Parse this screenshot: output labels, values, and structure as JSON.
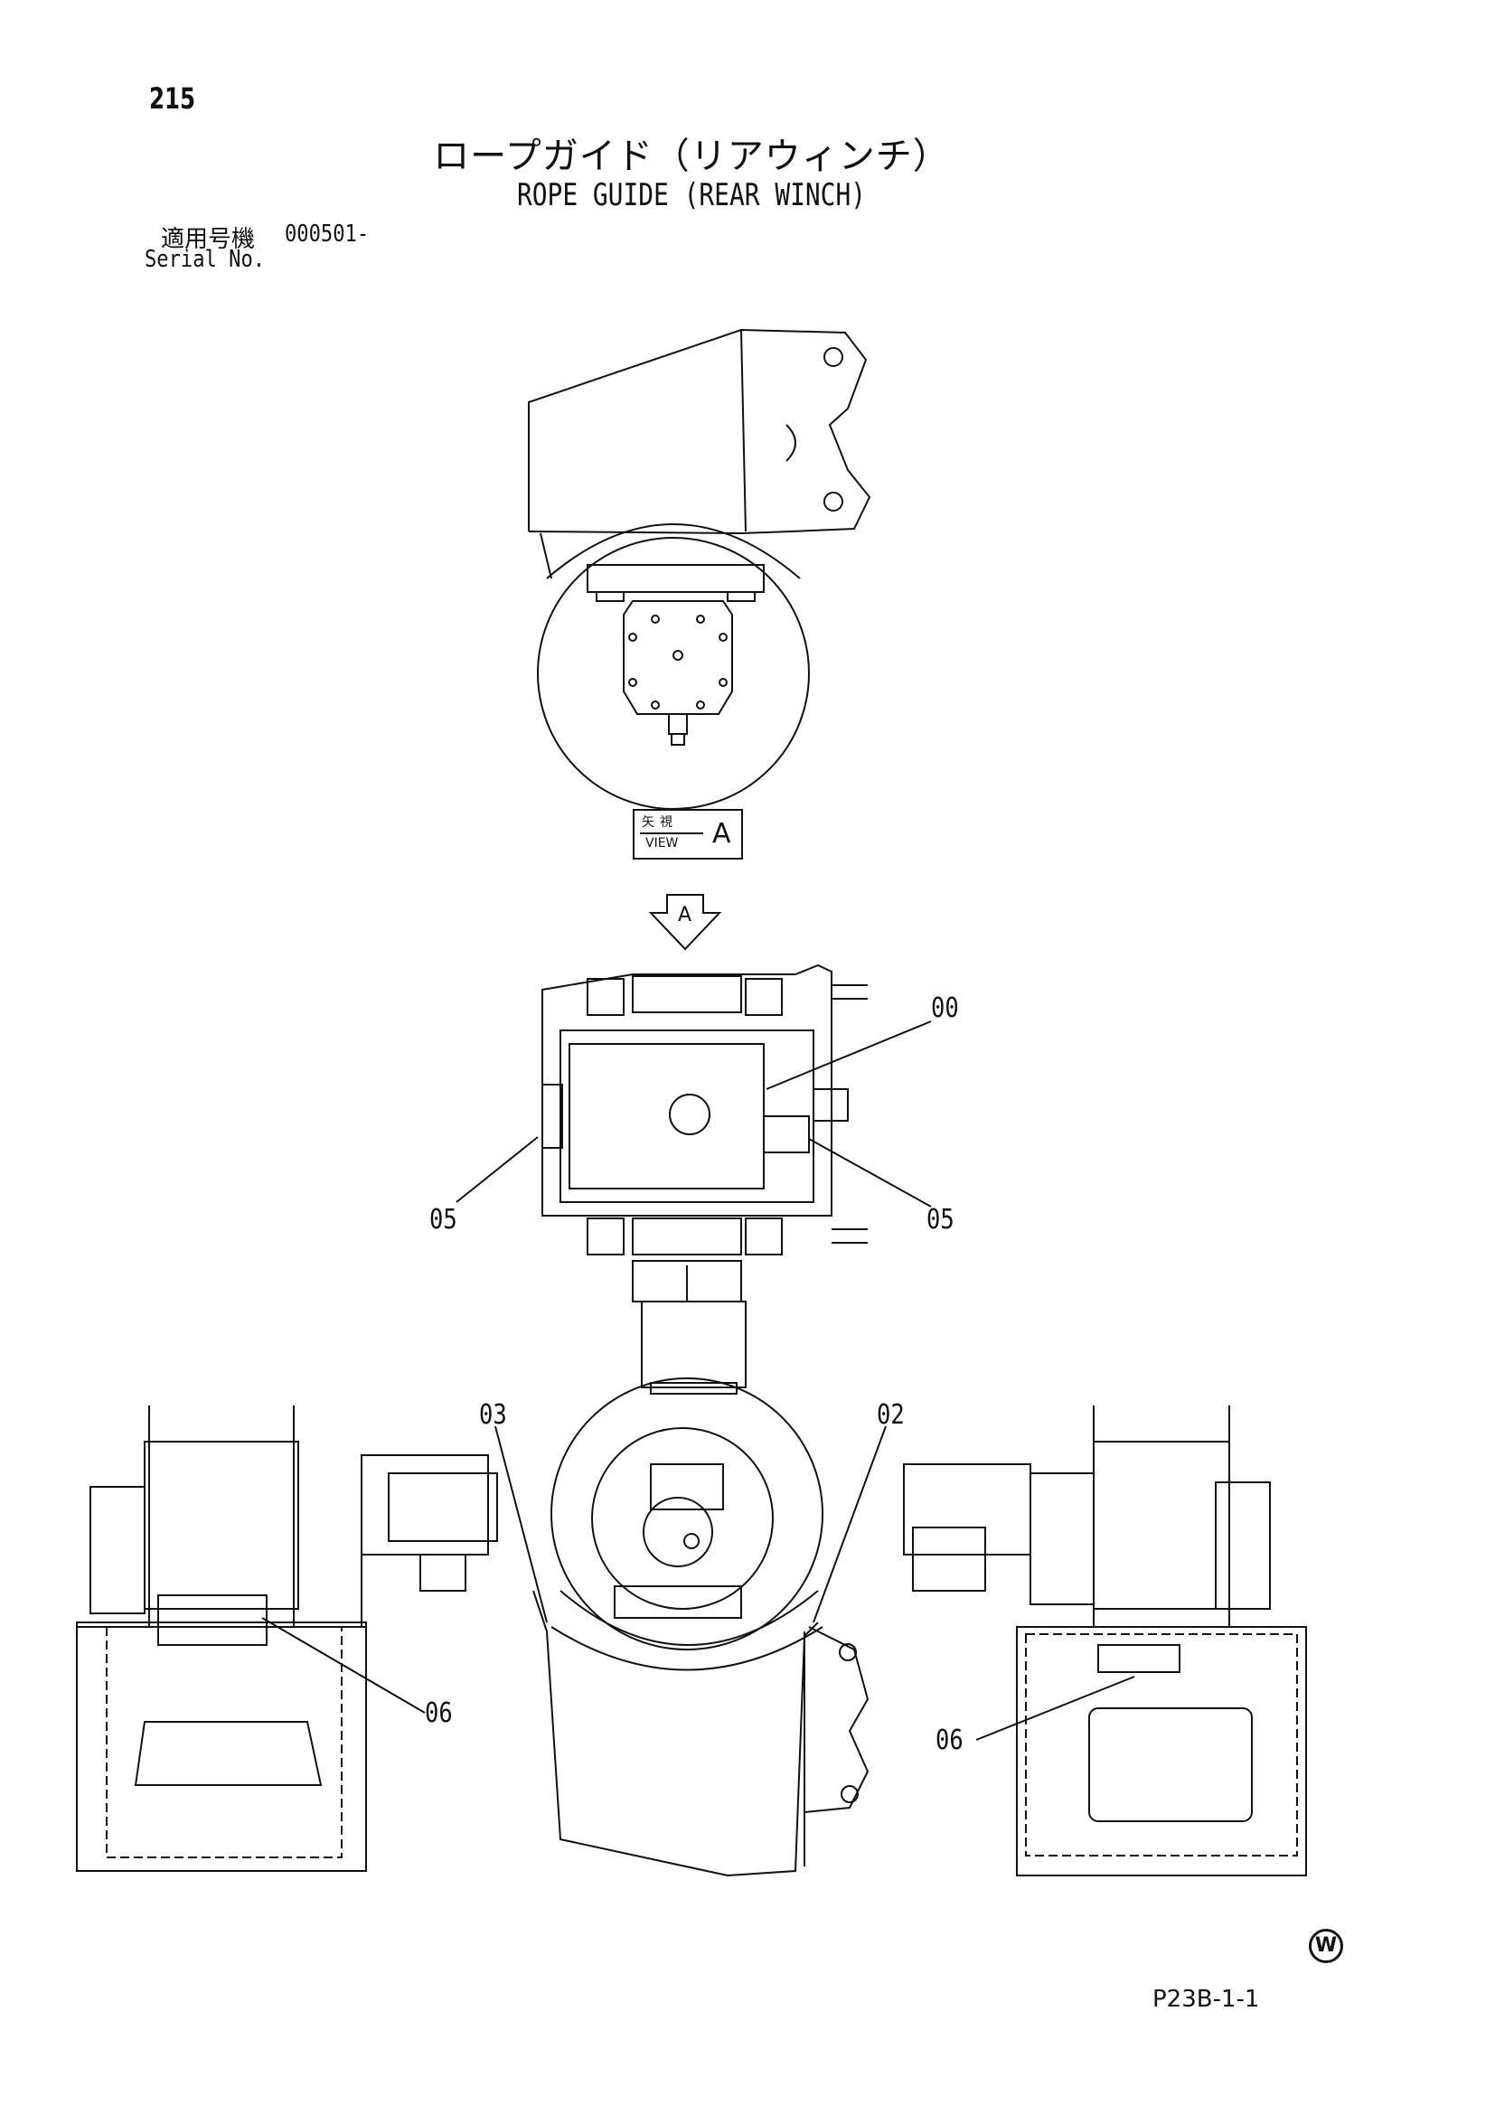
{
  "page_number": "215",
  "title_jp": "ロープガイド（リアウィンチ）",
  "title_en": "ROPE GUIDE (REAR WINCH)",
  "serial": {
    "label_jp": "適用号機",
    "value": "000501-",
    "label_en": "Serial No."
  },
  "view_marker": {
    "jp": "矢視",
    "en": "VIEW",
    "letter": "A"
  },
  "arrow_letter": "A",
  "callouts": {
    "c00": "00",
    "c05_left": "05",
    "c05_right": "05",
    "c03": "03",
    "c02": "02",
    "c06_left": "06",
    "c06_right": "06"
  },
  "w_mark": "W",
  "drawing_code": "P23B-1-1"
}
